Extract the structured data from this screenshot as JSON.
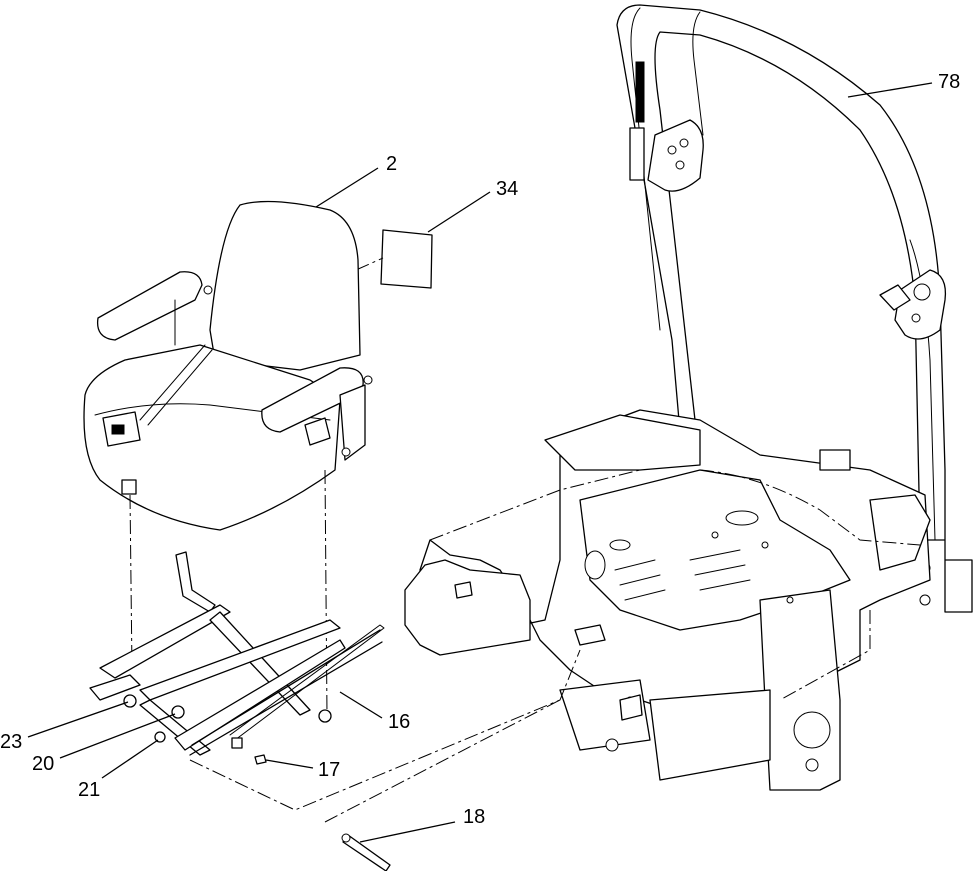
{
  "diagram": {
    "callouts": [
      {
        "id": "2",
        "text": "2"
      },
      {
        "id": "34",
        "text": "34"
      },
      {
        "id": "78",
        "text": "78"
      },
      {
        "id": "16",
        "text": "16"
      },
      {
        "id": "17",
        "text": "17"
      },
      {
        "id": "18",
        "text": "18"
      },
      {
        "id": "20",
        "text": "20"
      },
      {
        "id": "21",
        "text": "21"
      },
      {
        "id": "23",
        "text": "23"
      }
    ]
  }
}
